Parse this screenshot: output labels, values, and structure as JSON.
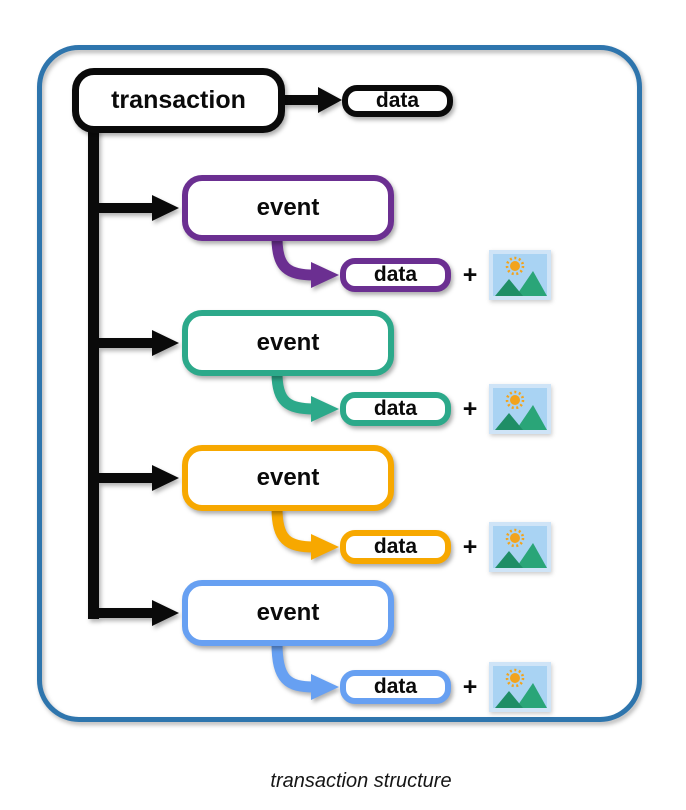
{
  "caption": "transaction structure",
  "colors": {
    "frame": "#2e75ad",
    "arrow_black": "#0a0a0a"
  },
  "transaction": {
    "label": "transaction",
    "data": {
      "label": "data"
    }
  },
  "rows": [
    {
      "event_label": "event",
      "data_label": "data",
      "plus": "+",
      "color": "#6b2f91"
    },
    {
      "event_label": "event",
      "data_label": "data",
      "plus": "+",
      "color": "#2ca98a"
    },
    {
      "event_label": "event",
      "data_label": "data",
      "plus": "+",
      "color": "#f7a800"
    },
    {
      "event_label": "event",
      "data_label": "data",
      "plus": "+",
      "color": "#67a0f2"
    }
  ],
  "icons": {
    "image": "image-icon",
    "image_colors": {
      "frame": "#cfe4f7",
      "sky": "#a9d3f3",
      "sun": "#f2a31d",
      "mountain_left": "#1f8e66",
      "mountain_right": "#2aa578"
    }
  }
}
